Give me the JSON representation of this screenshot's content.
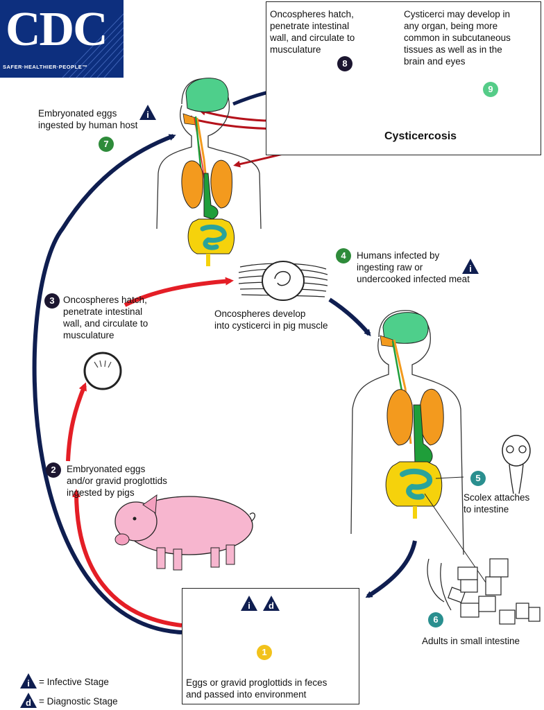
{
  "logo": {
    "text": "CDC",
    "tagline": "SAFER·HEALTHIER·PEOPLE™"
  },
  "stages": {
    "s1": {
      "num": "1",
      "label": "Eggs or gravid proglottids in feces\nand passed into environment"
    },
    "s2": {
      "num": "2",
      "label": "Embryonated eggs\nand/or gravid proglottids\ningested by pigs"
    },
    "s3": {
      "num": "3",
      "label": "Oncospheres hatch,\npenetrate intestinal\nwall, and circulate to\nmusculature"
    },
    "s3b": {
      "label": "Oncospheres develop\ninto cysticerci in pig muscle"
    },
    "s4": {
      "num": "4",
      "label": "Humans infected by\ningesting raw or\nundercooked infected meat"
    },
    "s5": {
      "num": "5",
      "label": "Scolex attaches\nto intestine"
    },
    "s6": {
      "num": "6",
      "label": "Adults in small intestine"
    },
    "s7": {
      "num": "7",
      "label": "Embryonated eggs\ningested by human host"
    },
    "s8": {
      "num": "8",
      "label": "Oncospheres hatch,\npenetrate intestinal\nwall, and circulate to\nmusculature"
    },
    "s9": {
      "num": "9",
      "label": "Cysticerci may develop in\nany organ, being more\ncommon in subcutaneous\ntissues as well as in the\nbrain and eyes"
    }
  },
  "cysticercosis_title": "Cysticercosis",
  "markers": {
    "infective": "i",
    "diagnostic": "d"
  },
  "legend": {
    "infective": "= Infective Stage",
    "diagnostic": "= Diagnostic Stage"
  },
  "colors": {
    "navy": "#0f1e50",
    "red": "#e41e26",
    "green_badge": "#2e8b3a",
    "teal_badge": "#2a8f8f",
    "light_green_badge": "#55cc88",
    "yellow_badge": "#f2c21b",
    "dark_badge": "#1c1630",
    "brain": "#4ecf8b",
    "lungs": "#f39a1e",
    "gut_green": "#1f9e3a",
    "colon": "#f5d20c",
    "small_int": "#2aa39a",
    "pig": "#f7b6cf"
  }
}
